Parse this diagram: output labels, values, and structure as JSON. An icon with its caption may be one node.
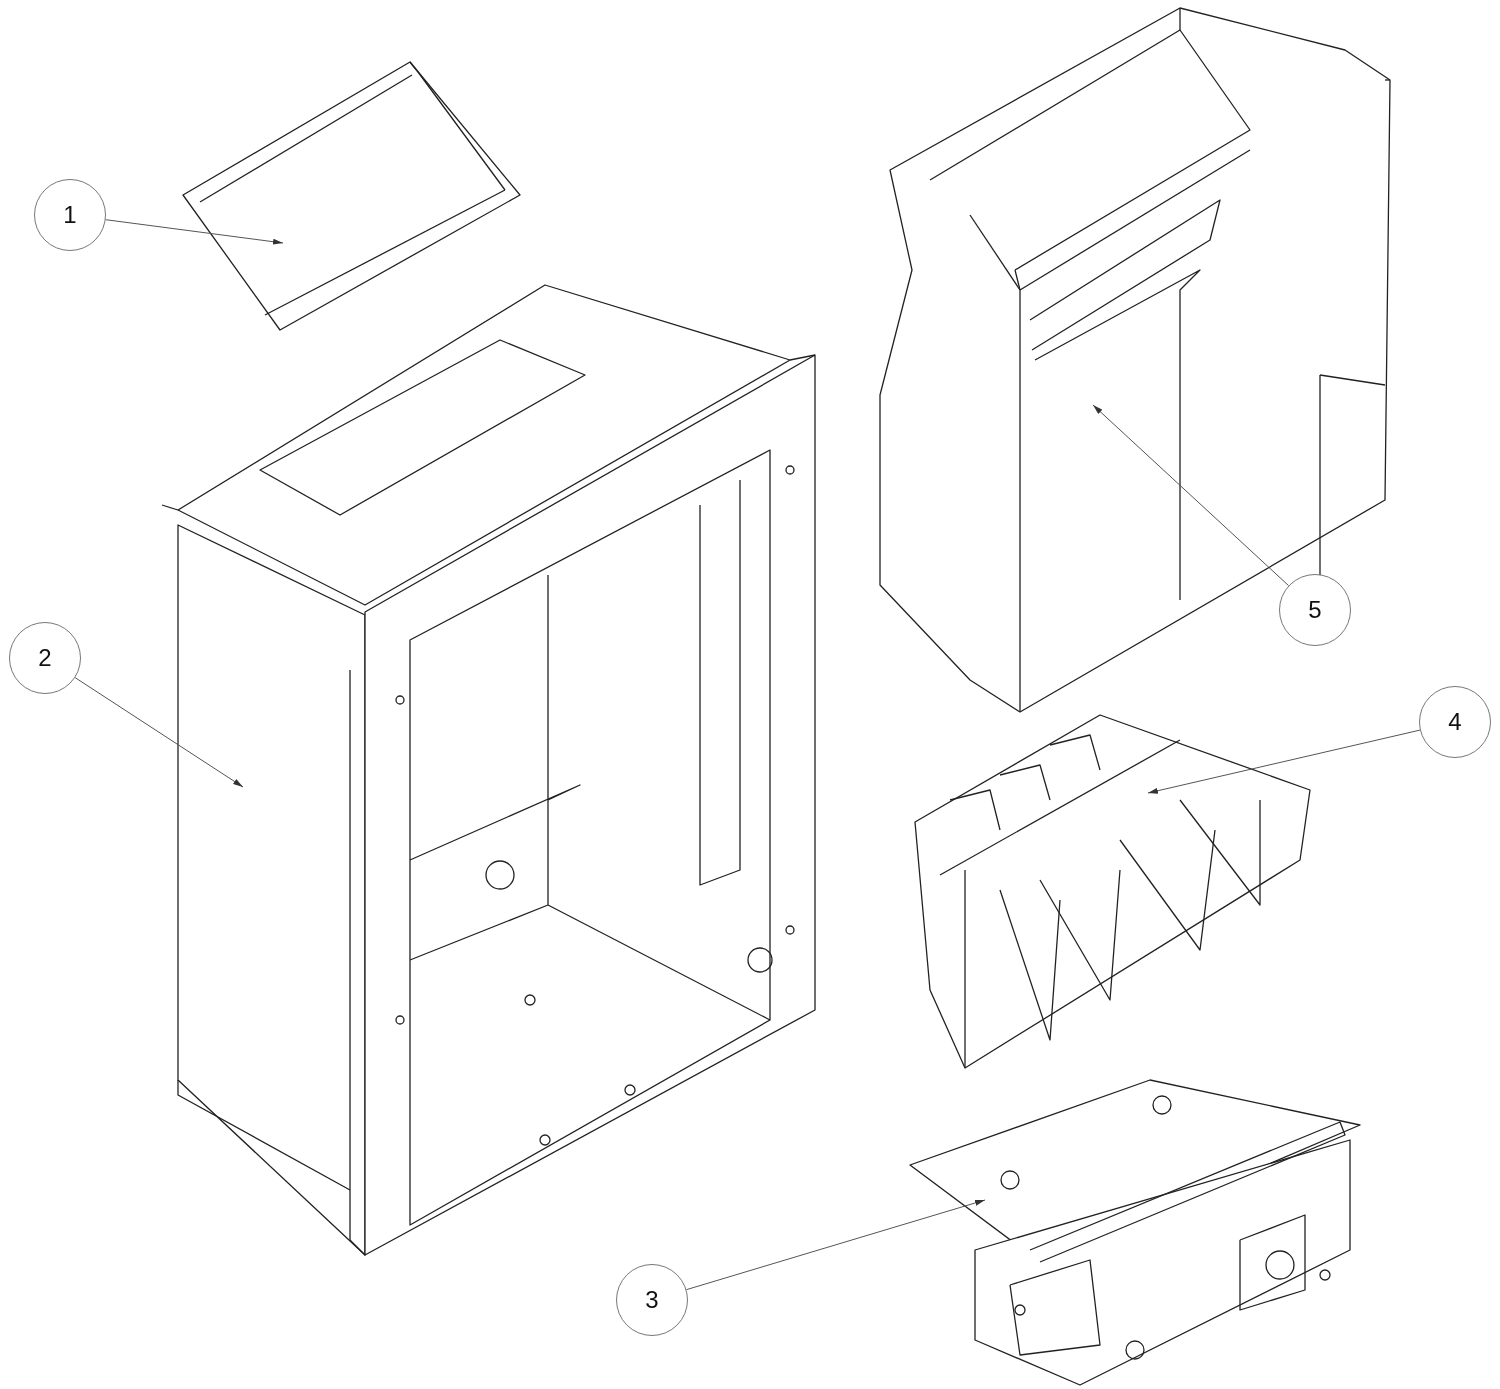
{
  "diagram": {
    "nodes": [
      {
        "text": [
          "1"
        ]
      },
      {
        "text": [],
        "shape": "picture"
      },
      {
        "text": [
          "2"
        ]
      },
      {
        "text": [],
        "shape": "picture"
      },
      {
        "text": [
          "5"
        ]
      },
      {
        "text": [],
        "shape": "picture"
      },
      {
        "text": [
          "4"
        ]
      },
      {
        "text": [],
        "shape": "picture"
      },
      {
        "text": [
          "3"
        ]
      },
      {
        "text": [],
        "shape": "picture"
      }
    ],
    "edges": [
      {
        "from": 0,
        "to": 1,
        "arrow": "to"
      },
      {
        "from": 2,
        "to": 3,
        "arrow": "to"
      },
      {
        "from": 4,
        "to": 5,
        "arrow": "to"
      },
      {
        "from": 6,
        "to": 7,
        "arrow": "to"
      },
      {
        "from": 8,
        "to": 9,
        "arrow": "to"
      }
    ]
  }
}
